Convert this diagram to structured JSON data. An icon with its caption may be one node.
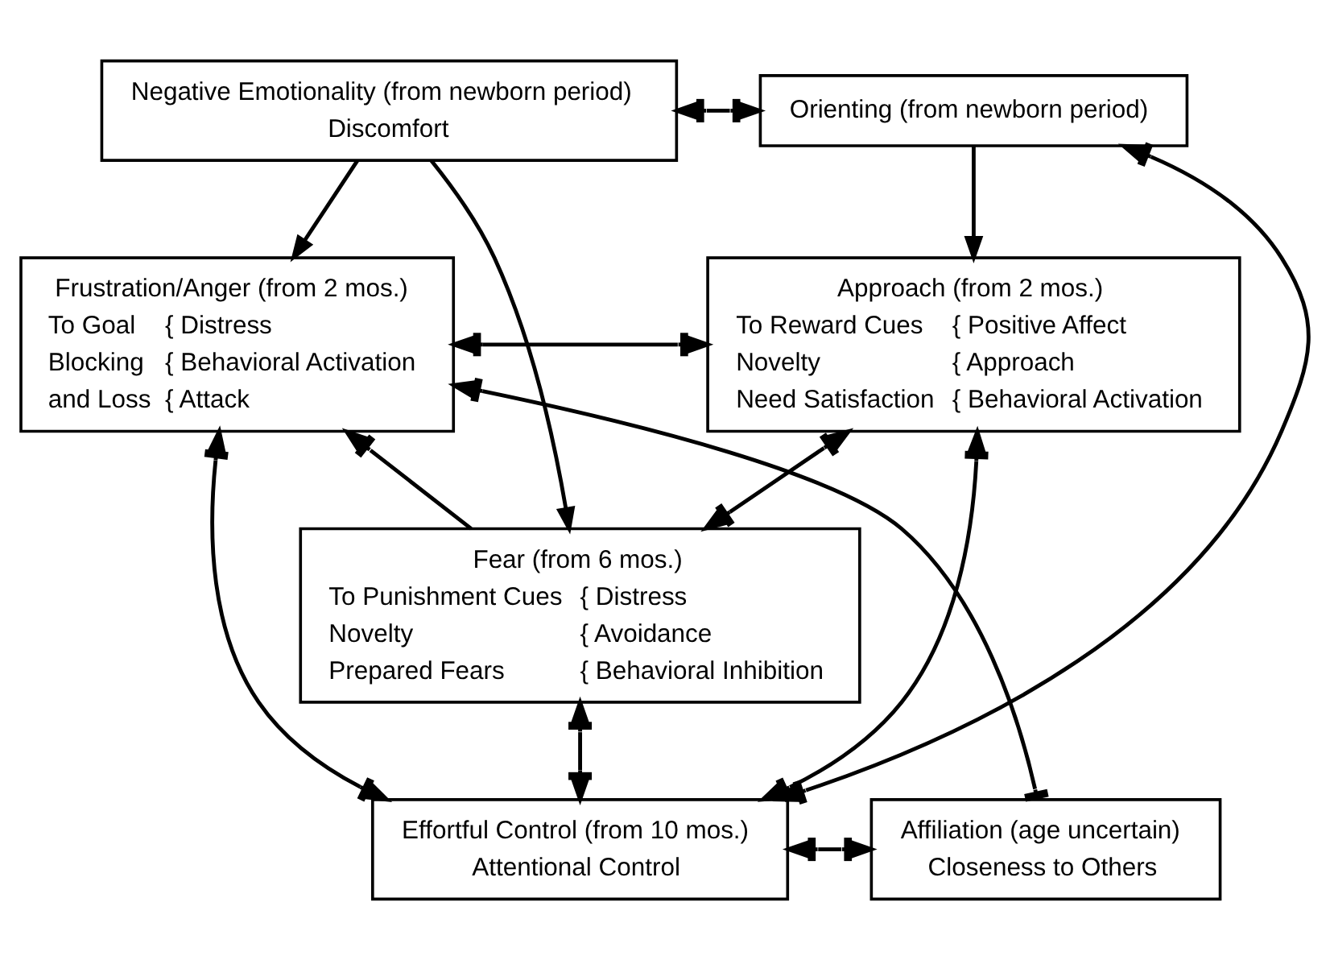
{
  "diagram": {
    "nodes": [
      {
        "text": [
          "Negative Emotionality (from newborn period)",
          "Discomfort"
        ]
      },
      {
        "text": [
          "Orienting (from newborn period)"
        ]
      },
      {
        "text": [
          "Frustration/Anger (from 2 mos.)",
          "To Goal",
          "{ Distress",
          "Blocking",
          "{ Behavioral Activation",
          "and Loss",
          "{ Attack"
        ]
      },
      {
        "text": [
          "Approach (from 2 mos.)",
          "To Reward Cues",
          "{ Positive Affect",
          "Novelty",
          "{ Approach",
          "Need Satisfaction",
          "{ Behavioral Activation"
        ]
      },
      {
        "text": [
          "Fear (from 6 mos.)",
          "To Punishment Cues",
          "{ Distress",
          "Novelty",
          "{ Avoidance",
          "Prepared Fears",
          "{ Behavioral Inhibition"
        ]
      },
      {
        "text": [
          "Affiliation (age uncertain)",
          "Closeness to Others"
        ]
      },
      {
        "text": [
          "Effortful Control (from 10 mos.)",
          "Attentional Control"
        ]
      }
    ],
    "edges": [
      {
        "from": 0,
        "to": 2,
        "arrow": "to"
      },
      {
        "from": 0,
        "to": 1,
        "arrow": "both"
      },
      {
        "from": 1,
        "to": 3,
        "arrow": "to"
      },
      {
        "from": 0,
        "to": 4,
        "arrow": "to"
      },
      {
        "from": 2,
        "to": 3,
        "arrow": "both"
      },
      {
        "from": 4,
        "to": 2,
        "arrow": "to"
      },
      {
        "from": 3,
        "to": 4,
        "arrow": "both"
      },
      {
        "from": 5,
        "to": 2,
        "arrow": "to"
      },
      {
        "from": 2,
        "to": 6,
        "arrow": "both"
      },
      {
        "from": 4,
        "to": 6,
        "arrow": "both"
      },
      {
        "from": 3,
        "to": 6,
        "arrow": "both"
      },
      {
        "from": 1,
        "to": 6,
        "arrow": "both"
      },
      {
        "from": 5,
        "to": 6,
        "arrow": "both"
      }
    ]
  }
}
